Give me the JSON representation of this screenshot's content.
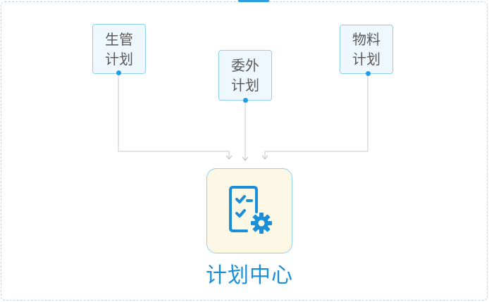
{
  "diagram": {
    "sources": [
      {
        "line1": "生管",
        "line2": "计划"
      },
      {
        "line1": "委外",
        "line2": "计划"
      },
      {
        "line1": "物料",
        "line2": "计划"
      }
    ],
    "hub": {
      "label": "计划中心",
      "icon": "checklist-gear-icon"
    },
    "colors": {
      "accent": "#1a8fd8",
      "node_border": "#8fd0f1",
      "node_fill": "#eff8fe",
      "hub_fill": "#fdf8e6",
      "connector": "#c9c9c9"
    }
  }
}
